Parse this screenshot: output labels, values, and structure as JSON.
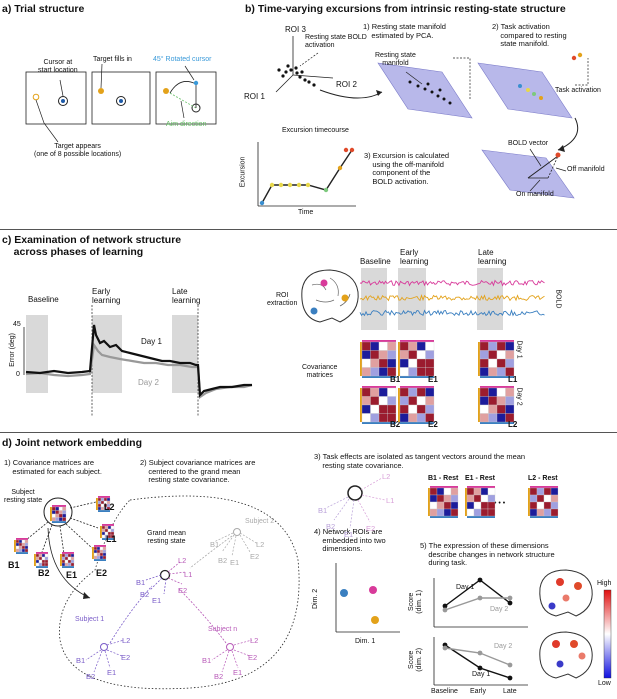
{
  "a": {
    "title": "a) Trial structure",
    "cursor_label": "Cursor at\nstart location",
    "target_fill_label": "Target fills in",
    "rotated_label": "45° Rotated cursor",
    "aim_label": "Aim direction",
    "target_appears_label": "Target appears\n(one of 8 possible locations)"
  },
  "b": {
    "title": "b) Time-varying excursions from intrinsic resting-state structure",
    "roi1": "ROI 1",
    "roi2": "ROI 2",
    "roi3": "ROI 3",
    "resting_bold_label": "Resting state BOLD\nactivation",
    "step1": "1) Resting state manifold\n    estimated by PCA.",
    "resting_manifold_label": "Resting state\nmanifold",
    "step2": "2) Task activation\n    compared to resting\n    state manifold.",
    "task_activation_label": "Task activation",
    "bold_vector_label": "BOLD vector",
    "off_manifold_label": "Off manifold",
    "on_manifold_label": "On manifold",
    "step3": "3) Excursion is calculated\n    using the off-manifold\n    component of the\n    BOLD activation.",
    "timecourse_title": "Excursion timecourse",
    "excursion_ylabel": "Excursion",
    "time_xlabel": "Time"
  },
  "c": {
    "title": "c) Examination of network structure\n    across phases of learning",
    "phase_baseline": "Baseline",
    "phase_early": "Early\nlearning",
    "phase_late": "Late\nlearning",
    "ylabel": "Error (deg)",
    "ytick_top": "45",
    "ytick_bottom": "0",
    "day1": "Day 1",
    "day2": "Day 2",
    "roi_extraction": "ROI\nextraction",
    "bold_label": "BOLD",
    "covariance_matrices": "Covariance\nmatrices",
    "mat_labels_day1": [
      "B1",
      "E1",
      "L1"
    ],
    "mat_labels_day2": [
      "B2",
      "E2",
      "L2"
    ],
    "side_day1": "Day 1",
    "side_day2": "Day 2"
  },
  "d": {
    "title": "d) Joint network embedding",
    "step1": "1) Covariance matrices are\n    estimated for each subject.",
    "subject_resting": "Subject\nresting state",
    "step2": "2) Subject covariance matrices are\n    centered to the grand mean\n    resting state covariance.",
    "grand_mean": "Grand mean\nresting state",
    "subject1": "Subject 1",
    "subject2": "Subject 2",
    "subjectn": "Subject n",
    "node_labels": [
      "B1",
      "B2",
      "E1",
      "E2",
      "L1",
      "L2"
    ],
    "step3": "3) Task effects are isolated as tangent vectors around the mean\n    resting state covariance.",
    "tangent_labels": [
      "B1 - Rest",
      "E1 - Rest",
      "L2 - Rest"
    ],
    "ellipsis": "• • •",
    "step4": "4) Network ROIs are\n    embedded into two\n    dimensions.",
    "dim1": "Dim. 1",
    "dim2": "Dim. 2",
    "step5": "5) The expression of these dimensions\n    describe changes in network structure\n    during task.",
    "score1": "Score\n(dim. 1)",
    "score2": "Score\n(dim. 2)",
    "day1": "Day 1",
    "day2": "Day 2",
    "xticks": [
      "Baseline",
      "Early",
      "Late"
    ],
    "high": "High",
    "low": "Low"
  },
  "colors": {
    "manifold": "#b8b8ea",
    "roi_pink": "#d83a9a",
    "roi_orange": "#e3a21a",
    "roi_blue": "#3a7fc0",
    "aim_green": "#7dc97d",
    "rot_blue": "#3a9ad9",
    "purple": "#8a5bb0"
  }
}
